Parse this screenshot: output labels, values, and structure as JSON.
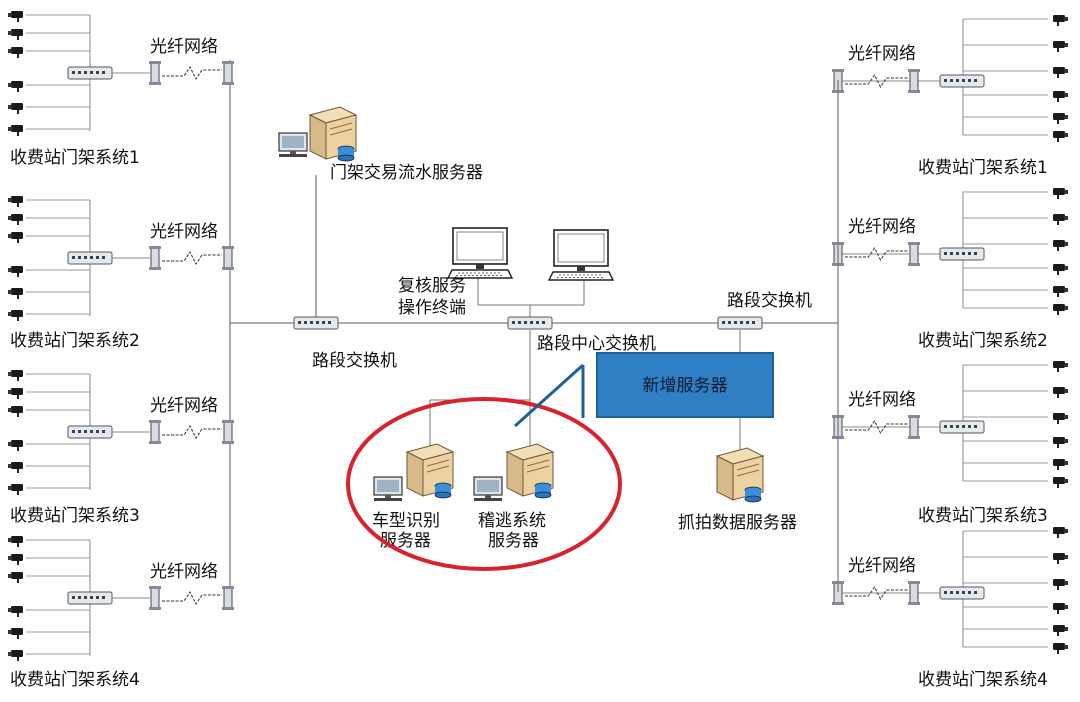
{
  "left_gantries": [
    {
      "label": "收费站门架系统1",
      "link_label": "光纤网络"
    },
    {
      "label": "收费站门架系统2",
      "link_label": "光纤网络"
    },
    {
      "label": "收费站门架系统3",
      "link_label": "光纤网络"
    },
    {
      "label": "收费站门架系统4",
      "link_label": "光纤网络"
    }
  ],
  "right_gantries": [
    {
      "label": "收费站门架系统1",
      "link_label": "光纤网络"
    },
    {
      "label": "收费站门架系统2",
      "link_label": "光纤网络"
    },
    {
      "label": "收费站门架系统3",
      "link_label": "光纤网络"
    },
    {
      "label": "收费站门架系统4",
      "link_label": "光纤网络"
    }
  ],
  "nodes": {
    "transaction_server": "门架交易流水服务器",
    "review_terminal_line1": "复核服务",
    "review_terminal_line2": "操作终端",
    "left_switch": "路段交换机",
    "center_switch": "路段中心交换机",
    "right_switch": "路段交换机",
    "plate_server_line1": "车型识别",
    "plate_server_line2": "服务器",
    "audit_server_line1": "稽逃系统",
    "audit_server_line2": "服务器",
    "capture_server": "抓拍数据服务器"
  },
  "callout": {
    "text": "新增服务器",
    "fill": "#2f7fc4",
    "border": "#1f5f9a"
  },
  "highlight_color": "#d8222e"
}
